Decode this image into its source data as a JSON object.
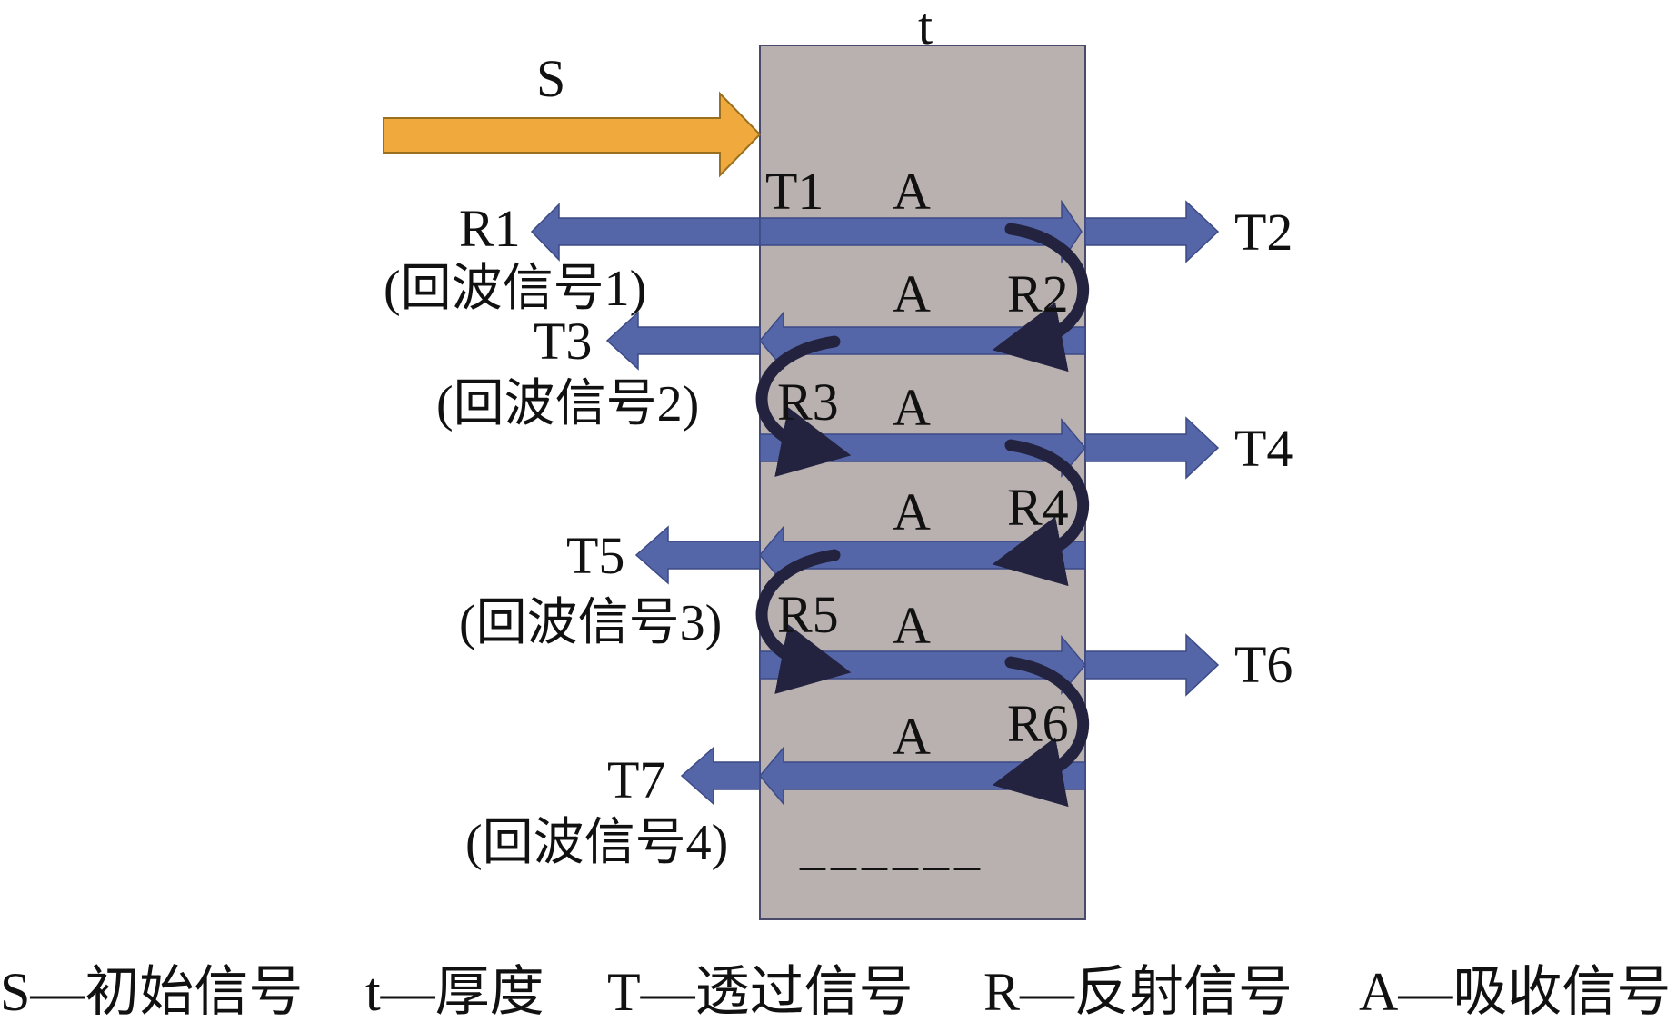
{
  "labels": {
    "thickness_top": "t",
    "source": "S",
    "t1": "T1",
    "t2": "T2",
    "t3": "T3",
    "t4": "T4",
    "t5": "T5",
    "t6": "T6",
    "t7": "T7",
    "r1": "R1",
    "r2": "R2",
    "r3": "R3",
    "r4": "R4",
    "r5": "R5",
    "r6": "R6",
    "a1": "A",
    "a2": "A",
    "a3": "A",
    "a4": "A",
    "a5": "A",
    "a6": "A",
    "echo1": "(回波信号1)",
    "echo2": "(回波信号2)",
    "echo3": "(回波信号3)",
    "echo4": "(回波信号4)",
    "continuation": "______"
  },
  "legend": {
    "s": "S—初始信号",
    "t": "t—厚度",
    "T": "T—透过信号",
    "r": "R—反射信号",
    "a": "A—吸收信号"
  },
  "colors": {
    "material": "#b9b1b0",
    "material_border": "#4a4a6a",
    "signal_arrow": "#5566a8",
    "source_arrow": "#f0a93c",
    "reflection_curve": "#23233f"
  }
}
